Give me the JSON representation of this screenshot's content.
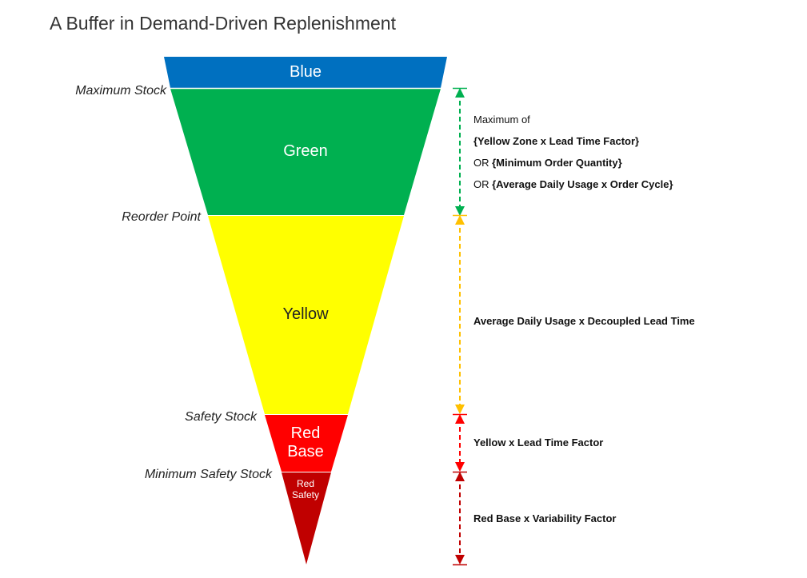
{
  "title": "A Buffer in Demand-Driven Replenishment",
  "zones": {
    "blue": {
      "label": "Blue",
      "color": "#0070C0"
    },
    "green": {
      "label": "Green",
      "color": "#00B050"
    },
    "yellow": {
      "label": "Yellow",
      "color": "#FFFF00"
    },
    "red_base": {
      "line1": "Red",
      "line2": "Base",
      "color": "#FF0000"
    },
    "red_safety": {
      "line1": "Red",
      "line2": "Safety",
      "color": "#C00000"
    }
  },
  "levels": {
    "maximum_stock": "Maximum Stock",
    "reorder_point": "Reorder Point",
    "safety_stock": "Safety Stock",
    "minimum_safety_stock": "Minimum Safety Stock"
  },
  "formulas": {
    "green": {
      "intro": "Maximum of",
      "line1": "{Yellow Zone x Lead Time Factor}",
      "or_word": "OR",
      "line2": "{Minimum Order Quantity}",
      "line3": "{Average Daily Usage x Order Cycle}"
    },
    "yellow": "Average Daily Usage x Decoupled Lead Time",
    "red_base": "Yellow x Lead Time Factor",
    "red_safety": "Red Base x Variability Factor"
  },
  "arrow_colors": {
    "green": "#00B050",
    "yellow": "#FFC000",
    "red": "#FF0000",
    "red_safety": "#C00000"
  }
}
